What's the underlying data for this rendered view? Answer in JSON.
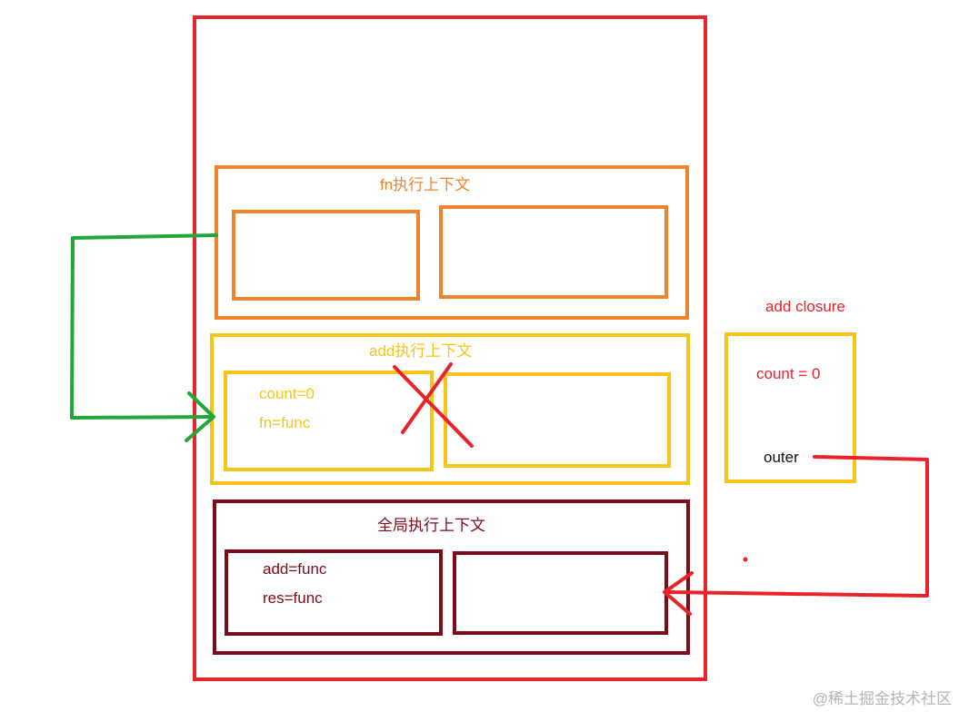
{
  "colors": {
    "stack_frame": "#e8232a",
    "fn_context": "#f0842c",
    "add_context": "#f7c518",
    "global_context": "#7d0b18",
    "closure": "#f7c518",
    "closure_text": "#e8232a",
    "green_arrow": "#1fa838",
    "red_arrow": "#e8232a",
    "cross": "#e8232a"
  },
  "fn_context": {
    "title": "fn执行上下文"
  },
  "add_context": {
    "title": "add执行上下文",
    "vars": [
      "count=0",
      "fn=func"
    ]
  },
  "global_context": {
    "title": "全局执行上下文",
    "vars": [
      "add=func",
      "res=func"
    ]
  },
  "closure": {
    "title": "add closure",
    "count": "count = 0",
    "outer": "outer"
  },
  "watermark": "@稀土掘金技术社区"
}
